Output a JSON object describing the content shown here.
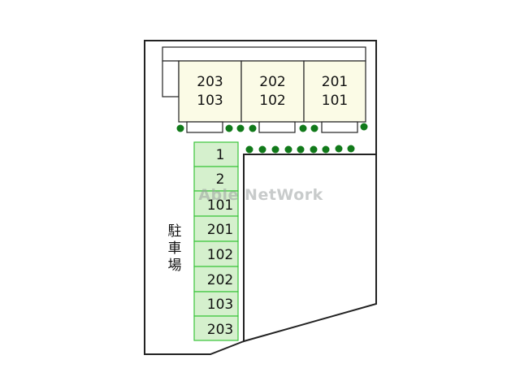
{
  "colors": {
    "building_fill": "#fbfbe6",
    "parking_fill": "#d5f0cd",
    "parking_stroke": "#39c43a",
    "tree": "#117a1a",
    "outline": "#222222"
  },
  "building": {
    "units": [
      {
        "upper": "203",
        "lower": "103"
      },
      {
        "upper": "202",
        "lower": "102"
      },
      {
        "upper": "201",
        "lower": "101"
      }
    ]
  },
  "parking": {
    "lot_label": [
      "駐",
      "車",
      "場"
    ],
    "spaces": [
      "1",
      "2",
      "101",
      "201",
      "102",
      "202",
      "103",
      "203"
    ]
  },
  "watermark": "Able NetWork"
}
